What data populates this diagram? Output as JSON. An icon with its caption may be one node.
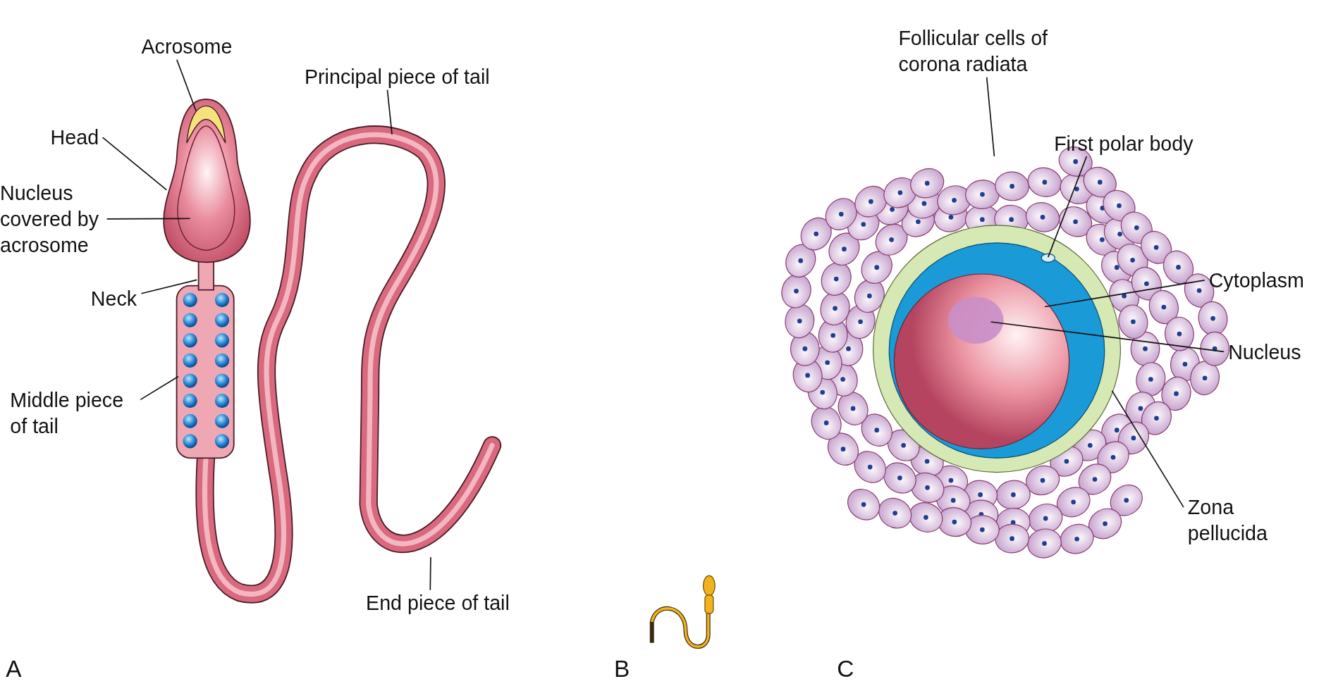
{
  "diagram": {
    "nodes": [
      {
        "text": [
          "Acrosome"
        ]
      },
      {
        "text": [
          "Head"
        ]
      },
      {
        "text": [
          "Nucleus covered by acrosome"
        ]
      },
      {
        "text": [
          "Neck"
        ]
      },
      {
        "text": [
          "Middle piece of tail"
        ]
      },
      {
        "text": [
          "Principal piece of tail"
        ]
      },
      {
        "text": [
          "End piece of tail"
        ]
      },
      {
        "text": [
          "Follicular cells of corona radiata"
        ]
      },
      {
        "text": [
          "First polar body"
        ]
      },
      {
        "text": [
          "Cytoplasm"
        ]
      },
      {
        "text": [
          "Nucleus"
        ]
      },
      {
        "text": [
          "Zona pellucida"
        ]
      }
    ],
    "edges": [
      {
        "from": 0,
        "to": null,
        "arrow": "none"
      },
      {
        "from": 1,
        "to": null,
        "arrow": "none"
      },
      {
        "from": 2,
        "to": null,
        "arrow": "none"
      },
      {
        "from": 3,
        "to": null,
        "arrow": "none"
      },
      {
        "from": 4,
        "to": null,
        "arrow": "none"
      },
      {
        "from": 5,
        "to": null,
        "arrow": "none"
      },
      {
        "from": 6,
        "to": null,
        "arrow": "none"
      },
      {
        "from": 7,
        "to": null,
        "arrow": "none"
      },
      {
        "from": 8,
        "to": null,
        "arrow": "none"
      },
      {
        "from": 9,
        "to": null,
        "arrow": "none"
      },
      {
        "from": 10,
        "to": null,
        "arrow": "none"
      },
      {
        "from": 11,
        "to": null,
        "arrow": "none"
      }
    ],
    "labels": [
      "A",
      "B",
      "C"
    ]
  }
}
